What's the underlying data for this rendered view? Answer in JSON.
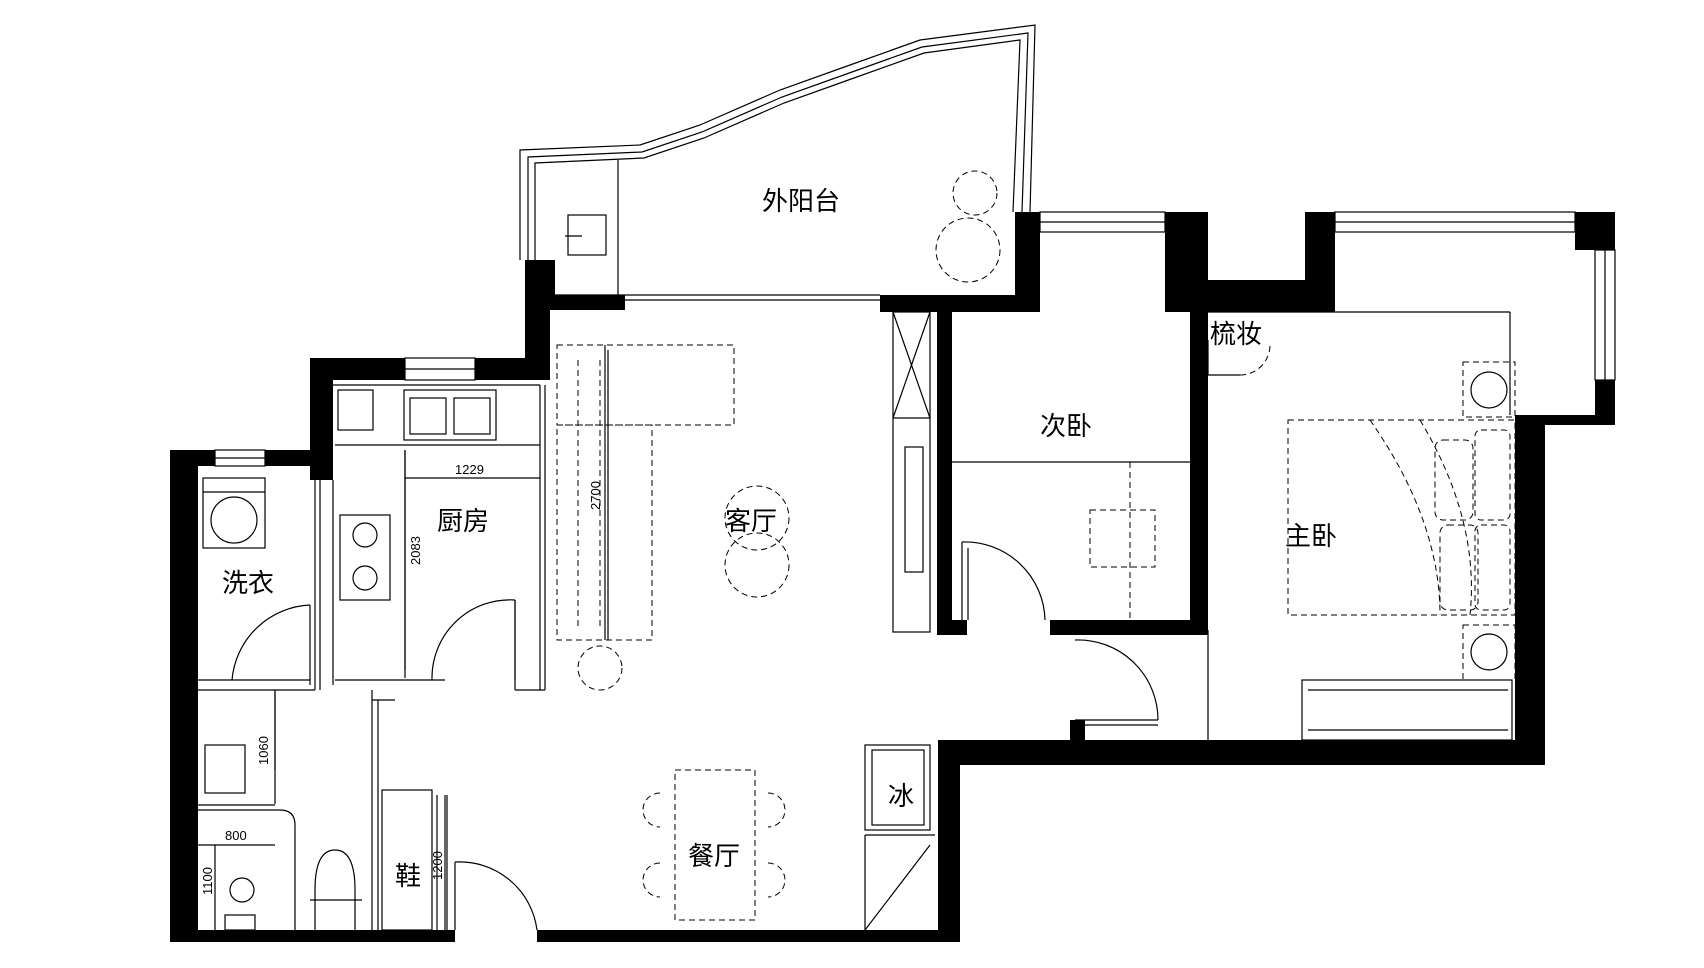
{
  "rooms": {
    "balcony": "外阳台",
    "living": "客厅",
    "kitchen": "厨房",
    "laundry": "洗衣",
    "second_bedroom": "次卧",
    "master_bedroom": "主卧",
    "dressing": "梳妆",
    "dining": "餐厅",
    "fridge": "冰",
    "shoes": "鞋"
  },
  "dimensions": {
    "kitchen_width": "1229",
    "kitchen_depth": "2083",
    "sofa_length": "2700",
    "bath_basin": "1060",
    "bath_width": "800",
    "bath_depth": "1100",
    "shoe_cabinet": "1200"
  }
}
